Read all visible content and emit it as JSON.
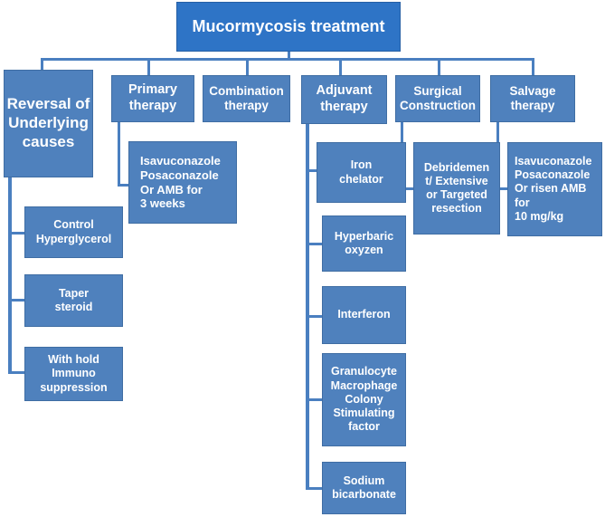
{
  "root": "Mucormycosis treatment",
  "categories": [
    "Reversal of\nUnderlying\ncauses",
    "Primary\ntherapy",
    "Combination\ntherapy",
    "Adjuvant\ntherapy",
    "Surgical\nConstruction",
    "Salvage\ntherapy"
  ],
  "reversal_items": [
    "Control\nHyperglycerol",
    "Taper\nsteroid",
    "With hold\nImmuno\nsuppression"
  ],
  "primary_item": "Isavuconazole\nPosaconazole\nOr AMB for\n3 weeks",
  "adjuvant_items": [
    "Iron\nchelator",
    "Hyperbaric\noxyzen",
    "Interferon",
    "Granulocyte\nMacrophage\nColony\nStimulating\nfactor",
    "Sodium\nbicarbonate"
  ],
  "surgical_item": "Debridemen\nt/ Extensive\nor Targeted\nresection",
  "salvage_item": "Isavuconazole\nPosaconazole\nOr  risen AMB\nfor\n10 mg/kg",
  "colors": {
    "box": "#4f81bd",
    "root_box": "#2e74c6",
    "connector": "#4a7fc0",
    "text": "#ffffff"
  }
}
